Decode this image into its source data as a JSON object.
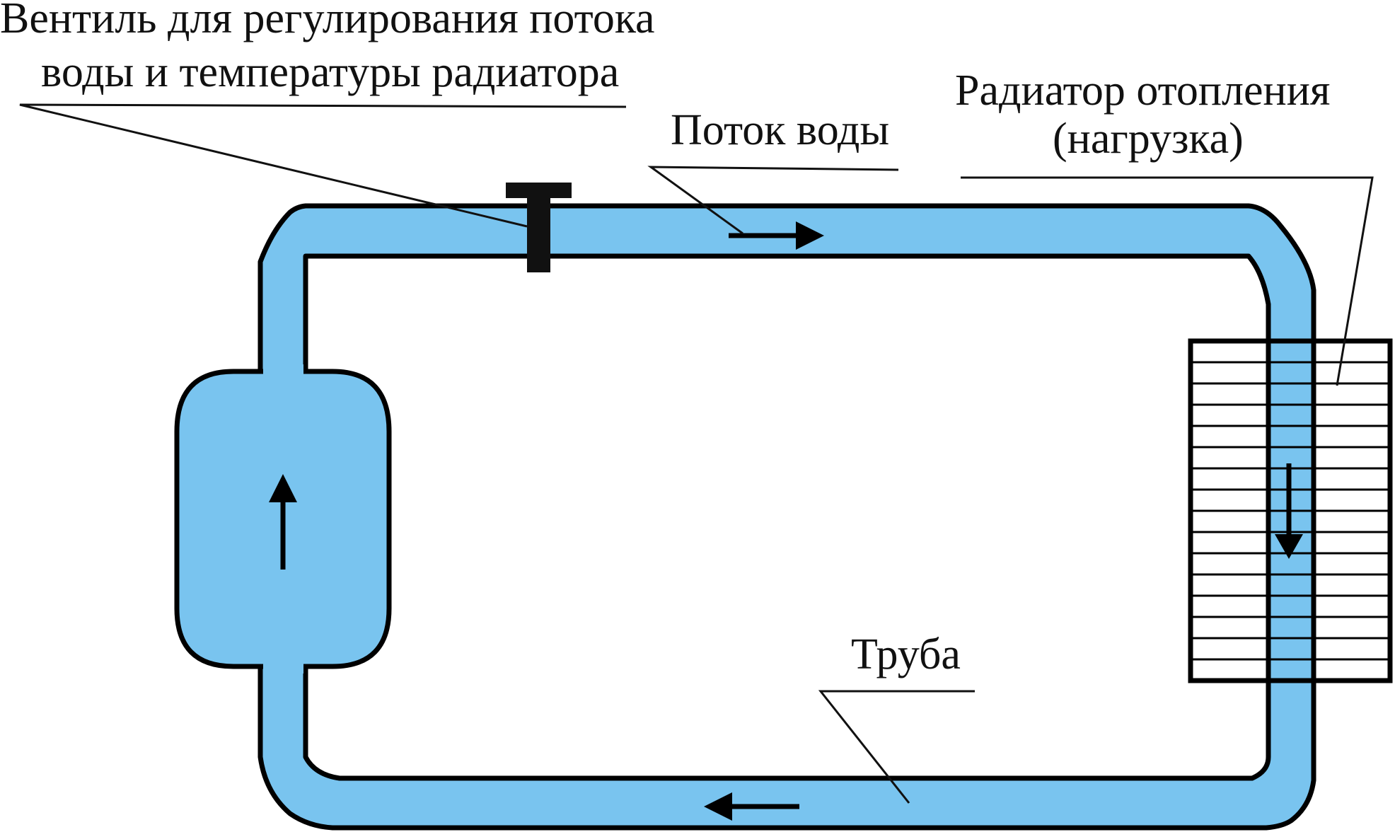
{
  "colors": {
    "water": "#79c4ef",
    "outline": "#000000",
    "background": "#ffffff"
  },
  "labels": {
    "valve_line1": "Вентиль для регулирования потока",
    "valve_line2": "воды и температуры радиатора",
    "water_flow": "Поток воды",
    "radiator_line1": "Радиатор отопления",
    "radiator_line2": "(нагрузка)",
    "pipe": "Труба"
  }
}
